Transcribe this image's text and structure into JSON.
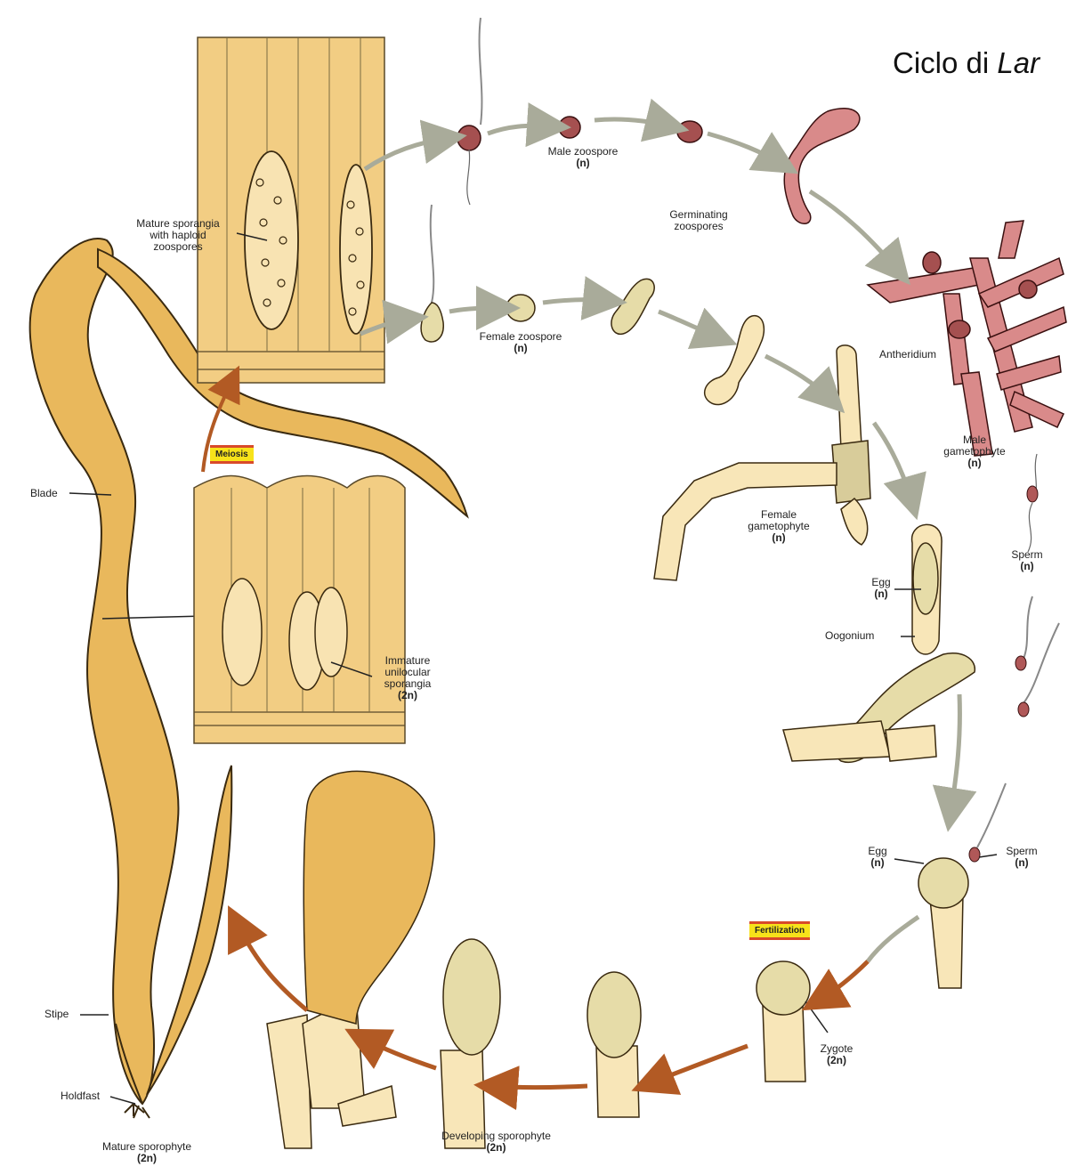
{
  "title": {
    "prefix": "Ciclo di ",
    "italic": "Lar"
  },
  "labels": {
    "mature_sporangia": [
      "Mature sporangia",
      "with haploid",
      "zoospores"
    ],
    "meiosis": "Meiosis",
    "blade": "Blade",
    "immature_sporangia": [
      "Immature",
      "unilocular",
      "sporangia",
      "(2n)"
    ],
    "stipe": "Stipe",
    "holdfast": "Holdfast",
    "mature_sporophyte": [
      "Mature sporophyte",
      "(2n)"
    ],
    "male_zoospore": [
      "Male zoospore",
      "(n)"
    ],
    "germinating_zoospores": [
      "Germinating",
      "zoospores"
    ],
    "female_zoospore": [
      "Female zoospore",
      "(n)"
    ],
    "antheridium": "Antheridium",
    "male_gametophyte": [
      "Male",
      "gametophyte",
      "(n)"
    ],
    "female_gametophyte": [
      "Female",
      "gametophyte",
      "(n)"
    ],
    "sperm_top": [
      "Sperm",
      "(n)"
    ],
    "egg_top": [
      "Egg",
      "(n)"
    ],
    "oogonium": "Oogonium",
    "egg_bottom": [
      "Egg",
      "(n)"
    ],
    "sperm_bottom": [
      "Sperm",
      "(n)"
    ],
    "fertilization": "Fertilization",
    "zygote": [
      "Zygote",
      "(2n)"
    ],
    "developing_sporophyte": [
      "Developing sporophyte",
      "(2n)"
    ]
  },
  "colors": {
    "sporophyte_fill": "#e9b85c",
    "gametophyte_female_fill": "#f8e6b8",
    "male_fill": "#d98a8a",
    "arrow_gray": "#a9ab9a",
    "arrow_brown": "#b25a24",
    "tag_yellow": "#f7e21a",
    "tag_red": "#d84a2a"
  }
}
